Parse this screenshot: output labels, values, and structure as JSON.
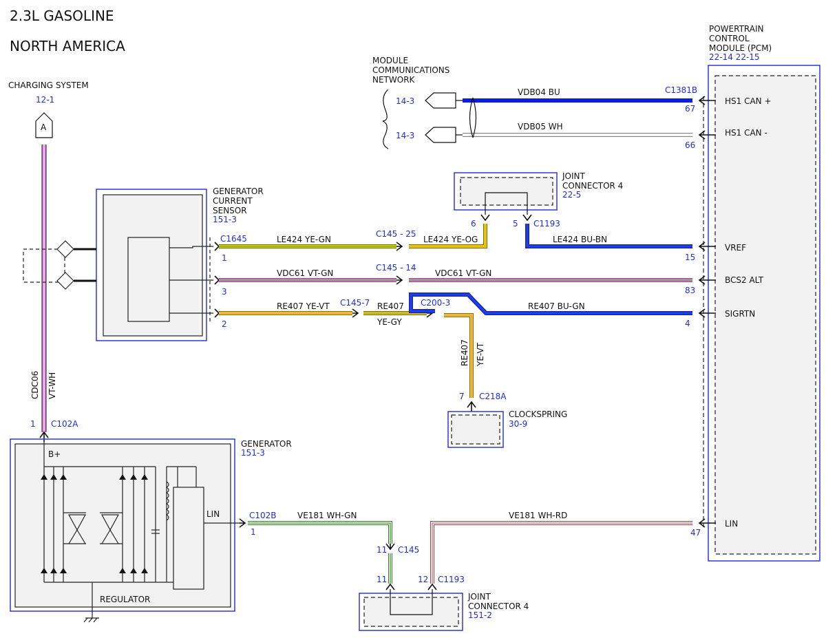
{
  "header": {
    "line1": "2.3L GASOLINE",
    "line2": "NORTH AMERICA"
  },
  "charging_system": {
    "label": "CHARGING SYSTEM",
    "ref": "12-1",
    "connector_letter": "A"
  },
  "mcn": {
    "line1": "MODULE",
    "line2": "COMMUNICATIONS",
    "line3": "NETWORK",
    "ref_top": "14-3",
    "ref_bottom": "14-3"
  },
  "pcm": {
    "line1": "POWERTRAIN",
    "line2": "CONTROL",
    "line3": "MODULE (PCM)",
    "refs": "22-14 22-15",
    "connector": "C1381B",
    "pins": [
      {
        "name": "HS1 CAN +",
        "num": "67"
      },
      {
        "name": "HS1 CAN -",
        "num": "66"
      },
      {
        "name": "VREF",
        "num": "15"
      },
      {
        "name": "BCS2 ALT",
        "num": "83"
      },
      {
        "name": "SIGRTN",
        "num": "4"
      },
      {
        "name": "LIN",
        "num": "47"
      }
    ]
  },
  "jc4_top": {
    "line1": "JOINT",
    "line2": "CONNECTOR 4",
    "ref": "22-5",
    "pin_left": "6",
    "pin_right": "5",
    "connector": "C1193"
  },
  "gcs": {
    "line1": "GENERATOR",
    "line2": "CURRENT",
    "line3": "SENSOR",
    "ref": "151-3",
    "connector": "C1645",
    "pins": [
      "1",
      "3",
      "2"
    ]
  },
  "wires": {
    "can_plus": "VDB04  BU",
    "can_minus": "VDB05  WH",
    "le424_a": "LE424  YE-GN",
    "le424_b": "LE424  YE-OG",
    "le424_c": "LE424  BU-BN",
    "vdc61_a": "VDC61  VT-GN",
    "vdc61_b": "VDC61  VT-GN",
    "re407_a": "RE407  YE-VT",
    "re407_b1": "RE407",
    "re407_b2": "YE-GY",
    "re407_c": "RE407  BU-GN",
    "re407_d1": "RE407",
    "re407_d2": "YE-VT",
    "cdc06_1": "CDC06",
    "cdc06_2": "VT-WH",
    "ve181_a": "VE181    WH-GN",
    "ve181_b": "VE181    WH-RD"
  },
  "inline_connectors": {
    "c145_25": "C145 - 25",
    "c145_14": "C145 - 14",
    "c145_7": "C145-7",
    "c200_3": "C200-3",
    "c218a": "C218A",
    "c218a_pin": "7",
    "c102a": "C102A",
    "c102a_pin": "1",
    "c102b": "C102B",
    "c102b_pin": "1",
    "c145": "C145",
    "c145_pin": "11",
    "jc_bottom_left_pin": "11",
    "jc_bottom_right_pin": "12",
    "c1193_bottom": "C1193"
  },
  "clockspring": {
    "label": "CLOCKSPRING",
    "ref": "30-9"
  },
  "generator": {
    "label": "GENERATOR",
    "ref": "151-3",
    "bplus": "B+",
    "lin": "LIN",
    "regulator": "REGULATOR"
  },
  "jc4_bottom": {
    "line1": "JOINT",
    "line2": "CONNECTOR 4",
    "ref": "151-2"
  },
  "colors": {
    "frame_blue": "#2b36d9",
    "ref_blue": "#1f2fd0",
    "can_blue": "#0a1ee0",
    "violet": "#e07ce0",
    "yellow": "#f0d000",
    "green": "#4caf30",
    "red": "#d08080",
    "dark_blue": "#1428b4",
    "box_fill": "#f2f2f2"
  }
}
